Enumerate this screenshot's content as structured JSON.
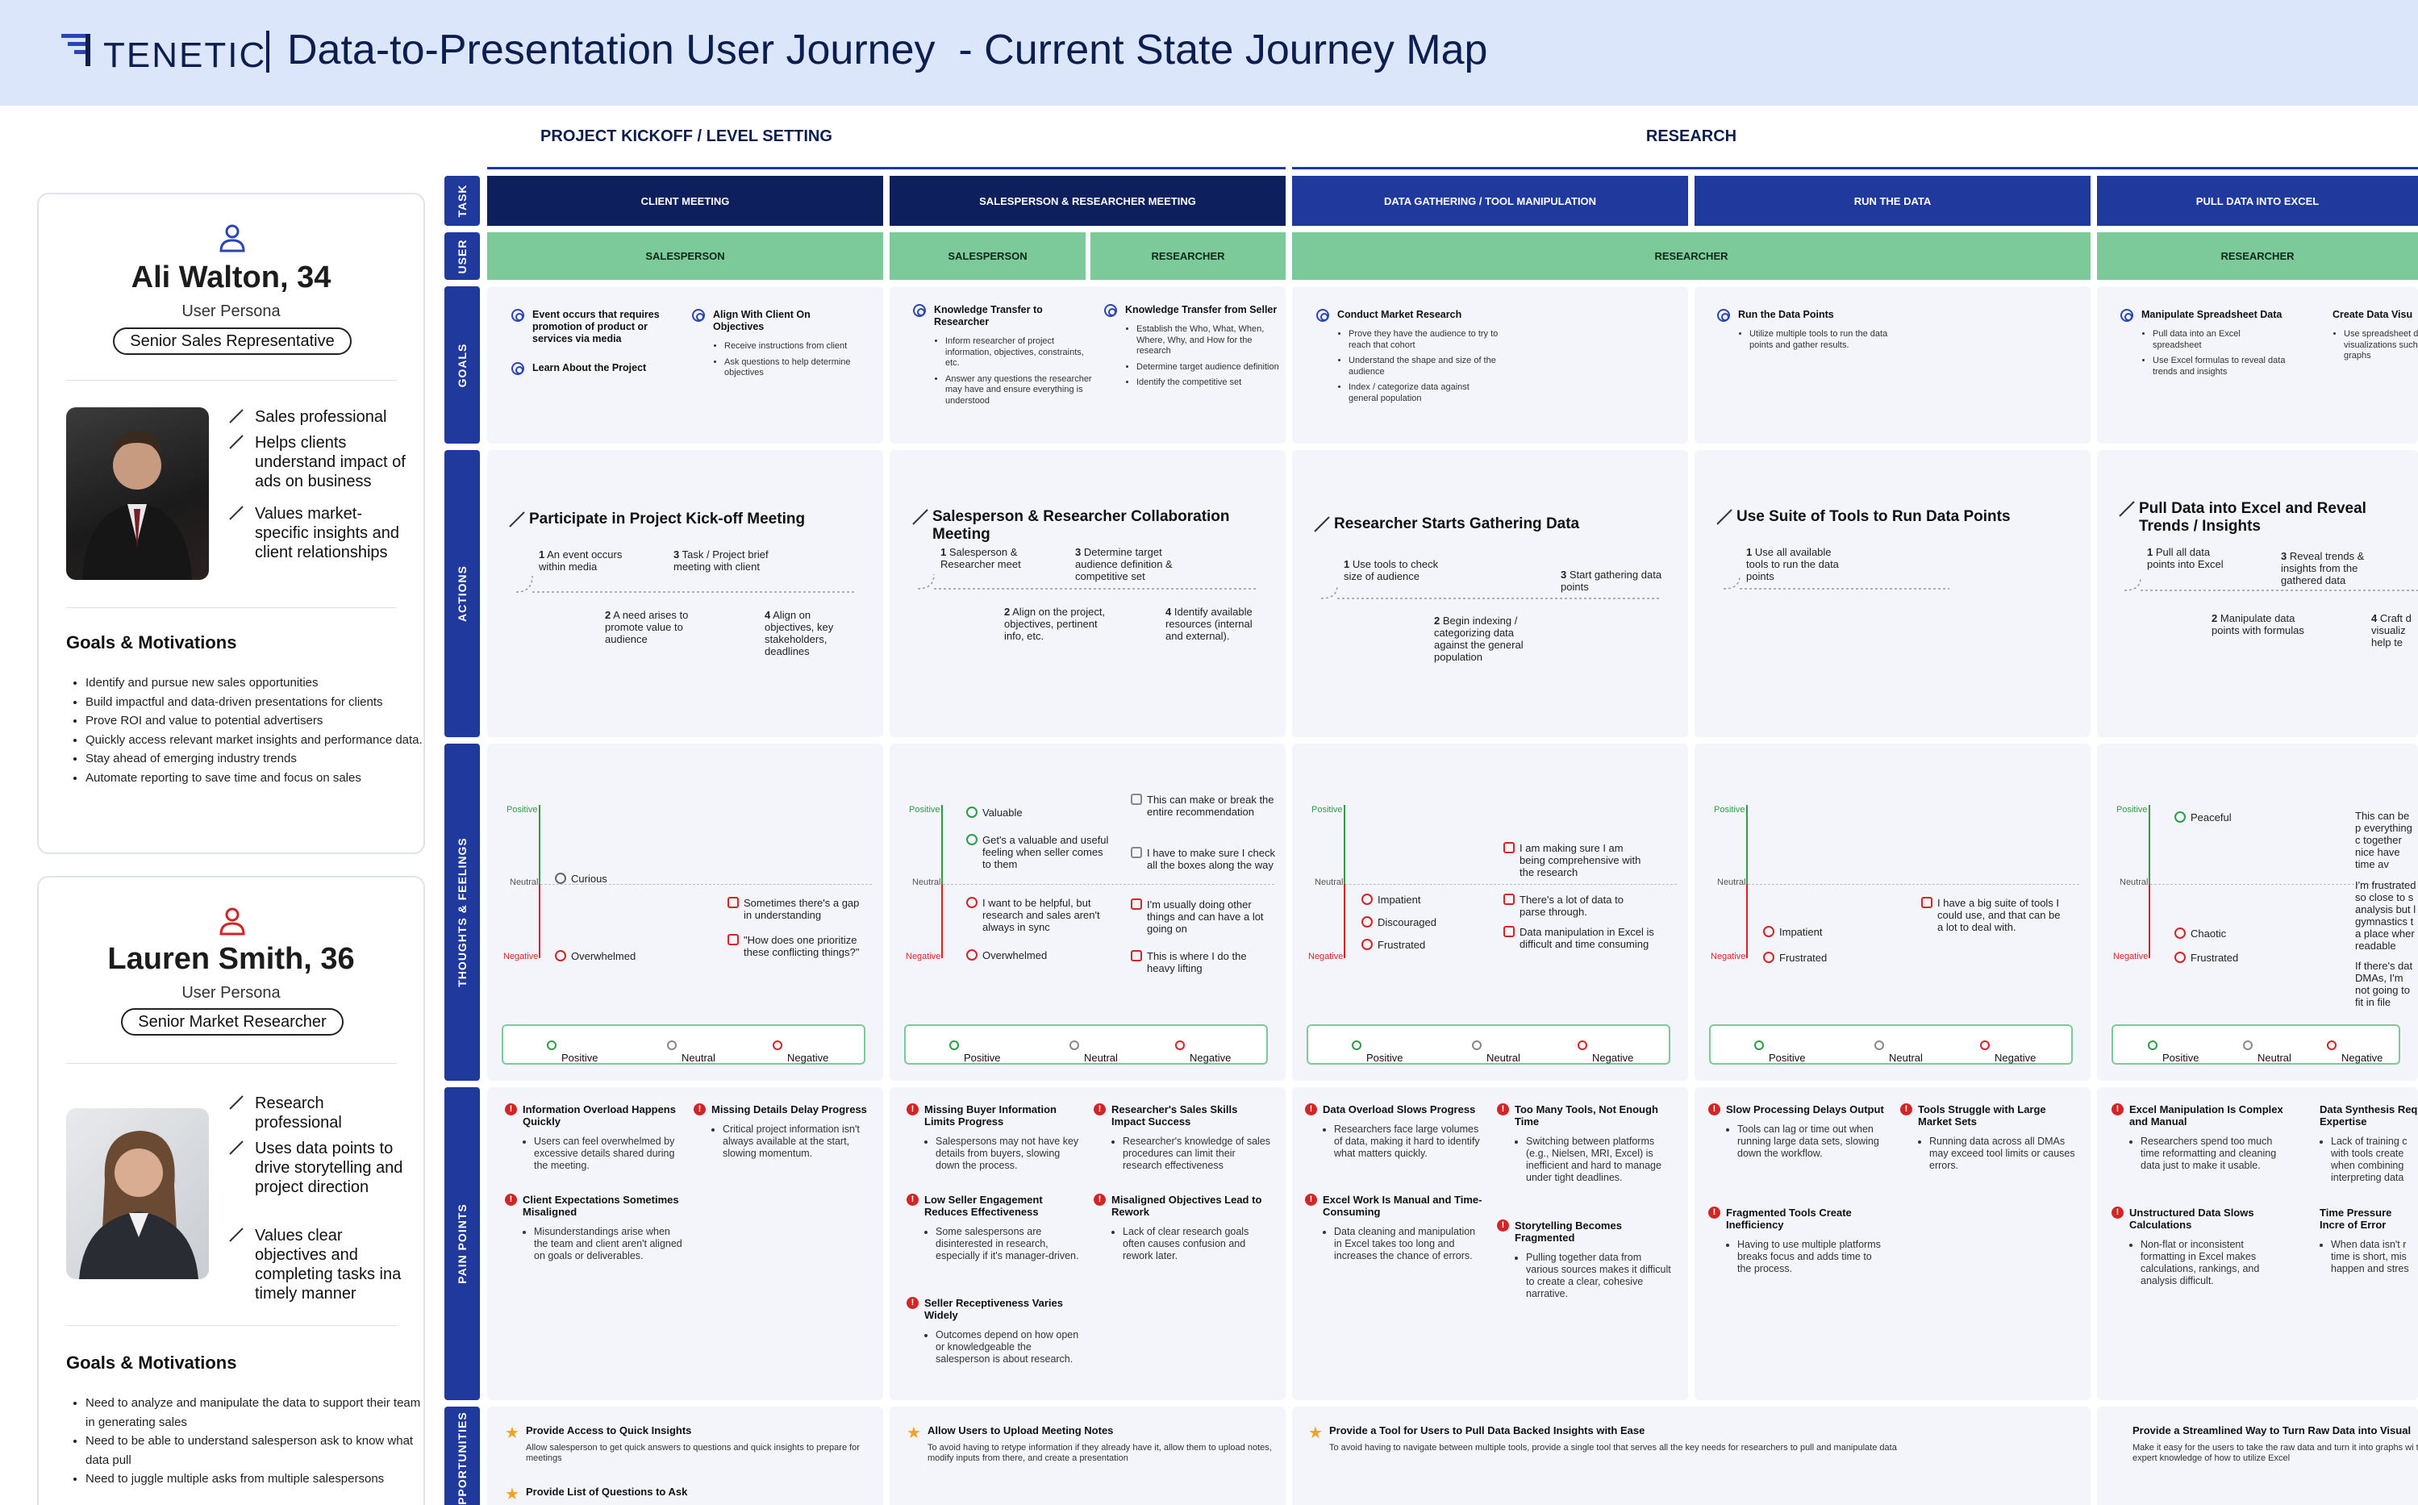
{
  "header": {
    "logo": "TENETIC",
    "title": "Data-to-Presentation User Journey  - Current State Journey Map"
  },
  "phases": [
    {
      "label": "PROJECT KICKOFF / LEVEL SETTING"
    },
    {
      "label": "RESEARCH"
    }
  ],
  "row_labels": {
    "task": "TASK",
    "user": "USER",
    "goals": "GOALS",
    "actions": "ACTIONS",
    "thoughts": "THOUGHTS & FEELINGS",
    "pain": "PAIN POINTS",
    "opportunities": "OPPORTUNITIES"
  },
  "tasks": [
    "CLIENT MEETING",
    "SALESPERSON & RESEARCHER MEETING",
    "DATA GATHERING / TOOL MANIPULATION",
    "RUN THE DATA",
    "PULL DATA INTO EXCEL"
  ],
  "users": [
    "SALESPERSON",
    "SALESPERSON",
    "RESEARCHER",
    "RESEARCHER",
    "RESEARCHER"
  ],
  "colors": {
    "header_bg": "#dbe6fb",
    "navy": "#0c1e4f",
    "band": "#1f3a9c",
    "task_dark": "#0d1f5c",
    "task_mid": "#1f3a9c",
    "user_green": "#7cca9a",
    "positive": "#2f9a48",
    "negative": "#d22626",
    "star": "#f0a322"
  },
  "personas": [
    {
      "name": "Ali Walton, 34",
      "sub": "User Persona",
      "role": "Senior Sales Representative",
      "traits": [
        "Sales professional",
        "Helps clients understand impact of ads on business",
        "Values market-specific insights and client relationships"
      ],
      "goals_title": "Goals & Motivations",
      "goals": [
        "Identify and pursue new sales opportunities",
        "Build impactful and data-driven presentations for clients",
        "Prove ROI and value to potential advertisers",
        "Quickly access relevant market insights and performance data.",
        "Stay ahead of emerging industry trends",
        "Automate reporting to save time and focus on sales"
      ]
    },
    {
      "name": "Lauren Smith, 36",
      "sub": "User Persona",
      "role": "Senior Market Researcher",
      "traits": [
        "Research professional",
        "Uses data points to drive storytelling and project direction",
        "Values clear objectives and completing tasks ina timely manner"
      ],
      "goals_title": "Goals & Motivations",
      "goals": [
        "Need to analyze and manipulate the data to support their team in generating sales",
        "Need to be able to understand salesperson ask to know what data pull",
        "Need to juggle multiple asks from multiple salespersons"
      ]
    }
  ],
  "goals": {
    "c1": [
      {
        "title": "Event occurs that requires promotion of product or services via media"
      },
      {
        "title": "Learn About the Project"
      },
      {
        "title": "Align With Client On Objectives",
        "items": [
          "Receive instructions from client",
          "Ask questions to help determine objectives"
        ]
      }
    ],
    "c2": [
      {
        "title": "Knowledge Transfer to Researcher",
        "items": [
          "Inform researcher of project information, objectives, constraints, etc.",
          "Answer any questions the researcher may have and ensure everything is understood"
        ]
      },
      {
        "title": "Knowledge Transfer from Seller",
        "items": [
          "Establish the Who, What, When, Where, Why, and How for the research",
          "Determine target audience definition",
          "Identify the competitive set"
        ]
      }
    ],
    "c3": [
      {
        "title": "Conduct Market Research",
        "items": [
          "Prove they have the audience to try to reach that cohort",
          "Understand the shape and size of the audience",
          "Index / categorize data against general population"
        ]
      }
    ],
    "c4": [
      {
        "title": "Run the Data Points",
        "items": [
          "Utilize multiple tools to run the data points and gather results."
        ]
      }
    ],
    "c5": [
      {
        "title": "Manipulate Spreadsheet Data",
        "items": [
          "Pull data into an Excel spreadsheet",
          "Use Excel formulas to reveal data trends and insights"
        ]
      },
      {
        "title": "Create Data Visu",
        "items": [
          "Use spreadsheet data to visualizations such as c graphs"
        ]
      }
    ]
  },
  "actions": {
    "c1": {
      "title": "Participate in Project Kick-off Meeting",
      "steps": [
        {
          "n": "1",
          "t": "An event occurs within media"
        },
        {
          "n": "2",
          "t": "A need arises to promote value to audience"
        },
        {
          "n": "3",
          "t": "Task / Project brief meeting with client"
        },
        {
          "n": "4",
          "t": "Align on objectives, key stakeholders, deadlines"
        }
      ]
    },
    "c2": {
      "title": "Salesperson & Researcher Collaboration Meeting",
      "steps": [
        {
          "n": "1",
          "t": "Salesperson & Researcher meet"
        },
        {
          "n": "2",
          "t": "Align on the project, objectives, pertinent info, etc."
        },
        {
          "n": "3",
          "t": "Determine target audience definition & competitive set"
        },
        {
          "n": "4",
          "t": "Identify available resources (internal and external)."
        }
      ]
    },
    "c3": {
      "title": "Researcher Starts Gathering Data",
      "steps": [
        {
          "n": "1",
          "t": "Use tools to check size of audience"
        },
        {
          "n": "2",
          "t": "Begin indexing / categorizing data against the general population"
        },
        {
          "n": "3",
          "t": "Start gathering data points"
        }
      ]
    },
    "c4": {
      "title": "Use Suite of Tools to Run Data Points",
      "steps": [
        {
          "n": "1",
          "t": "Use all available tools to run the data points"
        }
      ]
    },
    "c5": {
      "title": "Pull Data into Excel and Reveal Trends / Insights",
      "steps": [
        {
          "n": "1",
          "t": "Pull all data points into Excel"
        },
        {
          "n": "2",
          "t": "Manipulate data points with formulas"
        },
        {
          "n": "3",
          "t": "Reveal trends & insights from the gathered data"
        },
        {
          "n": "4",
          "t": "Craft d visualiz help te"
        }
      ]
    }
  },
  "feelings": {
    "axis": {
      "positive": "Positive",
      "neutral": "Neutral",
      "negative": "Negative"
    },
    "legend": [
      "Positive",
      "Neutral",
      "Negative"
    ],
    "c1": {
      "states": [
        {
          "t": "Curious",
          "k": "neu"
        },
        {
          "t": "Overwhelmed",
          "k": "neg"
        }
      ],
      "quotes": [
        "Sometimes there's a gap in understanding",
        "\"How does one prioritize these conflicting things?\""
      ]
    },
    "c2": {
      "states": [
        {
          "t": "Valuable",
          "k": "pos"
        },
        {
          "t": "Get's a valuable and useful feeling when seller comes to them",
          "k": "pos"
        },
        {
          "t": "I want to be helpful, but research and sales aren't always in sync",
          "k": "neg"
        },
        {
          "t": "Overwhelmed",
          "k": "neg"
        }
      ],
      "quotes": [
        "This can make or break the entire recommendation",
        "I have to make sure I check all the boxes along the way",
        "I'm usually doing other things and can have a lot going on",
        "This is where I do the heavy lifting"
      ]
    },
    "c3": {
      "states": [
        {
          "t": "Impatient",
          "k": "neg"
        },
        {
          "t": "Discouraged",
          "k": "neg"
        },
        {
          "t": "Frustrated",
          "k": "neg"
        }
      ],
      "quotes": [
        "I am making sure I am being comprehensive with the research",
        "There's a lot of data to parse through.",
        "Data manipulation in Excel is difficult and time consuming"
      ]
    },
    "c4": {
      "states": [
        {
          "t": "Impatient",
          "k": "neg"
        },
        {
          "t": "Frustrated",
          "k": "neg"
        }
      ],
      "quotes": [
        "I have a big suite of tools I could use, and that can be a lot to deal with."
      ]
    },
    "c5": {
      "states": [
        {
          "t": "Peaceful",
          "k": "pos"
        },
        {
          "t": "Chaotic",
          "k": "neg"
        },
        {
          "t": "Frustrated",
          "k": "neg"
        }
      ],
      "quotes": [
        "This can be p everything c together nice have time av",
        "I'm frustrated so close to s analysis but l gymnastics t a place wher readable",
        "If there's dat DMAs, I'm not going to fit in file"
      ]
    }
  },
  "pains": {
    "c1": [
      {
        "title": "Information Overload Happens Quickly",
        "items": [
          "Users can feel overwhelmed by excessive details shared during the meeting."
        ]
      },
      {
        "title": "Client Expectations Sometimes Misaligned",
        "items": [
          "Misunderstandings arise when the team and client aren't aligned on goals or deliverables."
        ]
      },
      {
        "title": "Missing Details Delay Progress",
        "items": [
          "Critical project information isn't always available at the start, slowing momentum."
        ]
      }
    ],
    "c2": [
      {
        "title": "Missing Buyer Information Limits Progress",
        "items": [
          "Salespersons may not have key details from buyers, slowing down the process."
        ]
      },
      {
        "title": "Low Seller Engagement Reduces Effectiveness",
        "items": [
          "Some salespersons are disinterested in research, especially if it's manager-driven."
        ]
      },
      {
        "title": "Seller Receptiveness Varies Widely",
        "items": [
          "Outcomes depend on how open or knowledgeable the salesperson is about research."
        ]
      },
      {
        "title": "Researcher's Sales Skills Impact Success",
        "items": [
          "Researcher's knowledge of sales procedures can limit their research effectiveness"
        ]
      },
      {
        "title": "Misaligned Objectives Lead to Rework",
        "items": [
          "Lack of clear research goals often causes confusion and rework later."
        ]
      }
    ],
    "c3": [
      {
        "title": "Data Overload Slows Progress",
        "items": [
          "Researchers face large volumes of data, making it hard to identify what matters quickly."
        ]
      },
      {
        "title": "Excel Work Is Manual and Time-Consuming",
        "items": [
          "Data cleaning and manipulation in Excel takes too long and increases the chance of errors."
        ]
      },
      {
        "title": "Too Many Tools, Not Enough Time",
        "items": [
          "Switching between platforms (e.g., Nielsen, MRI, Excel) is inefficient and hard to manage under tight deadlines."
        ]
      },
      {
        "title": "Storytelling Becomes Fragmented",
        "items": [
          "Pulling together data from various sources makes it difficult to create a clear, cohesive narrative."
        ]
      }
    ],
    "c4": [
      {
        "title": "Slow Processing Delays Output",
        "items": [
          "Tools can lag or time out when running large data sets, slowing down the workflow."
        ]
      },
      {
        "title": "Fragmented Tools Create Inefficiency",
        "items": [
          "Having to use multiple platforms breaks focus and adds time to the process."
        ]
      },
      {
        "title": "Tools Struggle with Large Market Sets",
        "items": [
          "Running data across all DMAs may exceed tool limits or causes errors."
        ]
      }
    ],
    "c5": [
      {
        "title": "Excel Manipulation Is Complex and Manual",
        "items": [
          "Researchers spend too much time reformatting and cleaning data just to make it usable."
        ]
      },
      {
        "title": "Unstructured Data Slows Calculations",
        "items": [
          "Non-flat or inconsistent formatting in Excel makes calculations, rankings, and analysis difficult."
        ]
      },
      {
        "title": "Data Synthesis Req Expertise",
        "items": [
          "Lack of training c with tools create when combining interpreting data"
        ]
      },
      {
        "title": "Time Pressure Incre of Error",
        "items": [
          "When data isn't r time is short, mis happen and stres"
        ]
      }
    ]
  },
  "opps": {
    "c1": [
      {
        "title": "Provide Access to Quick Insights",
        "desc": "Allow salesperson to get quick answers to questions and quick insights to prepare for meetings"
      },
      {
        "title": "Provide List of Questions to Ask",
        "desc": ""
      }
    ],
    "c2": [
      {
        "title": "Allow Users to Upload Meeting Notes",
        "desc": "To avoid having to retype information if they already have it, allow them to upload notes, modify inputs from there, and create a presentation"
      }
    ],
    "c3": [
      {
        "title": "Provide a Tool for Users to Pull Data Backed Insights with Ease",
        "desc": "To avoid having to navigate between multiple tools, provide a single tool that serves all the key needs for researchers to pull and manipulate data"
      }
    ],
    "c5": [
      {
        "title": "Provide a Streamlined Way to Turn Raw Data into Visual",
        "desc": "Make it easy for the users to take the raw data and turn it into graphs wi to have expert knowledge of how to utilize Excel"
      }
    ]
  }
}
